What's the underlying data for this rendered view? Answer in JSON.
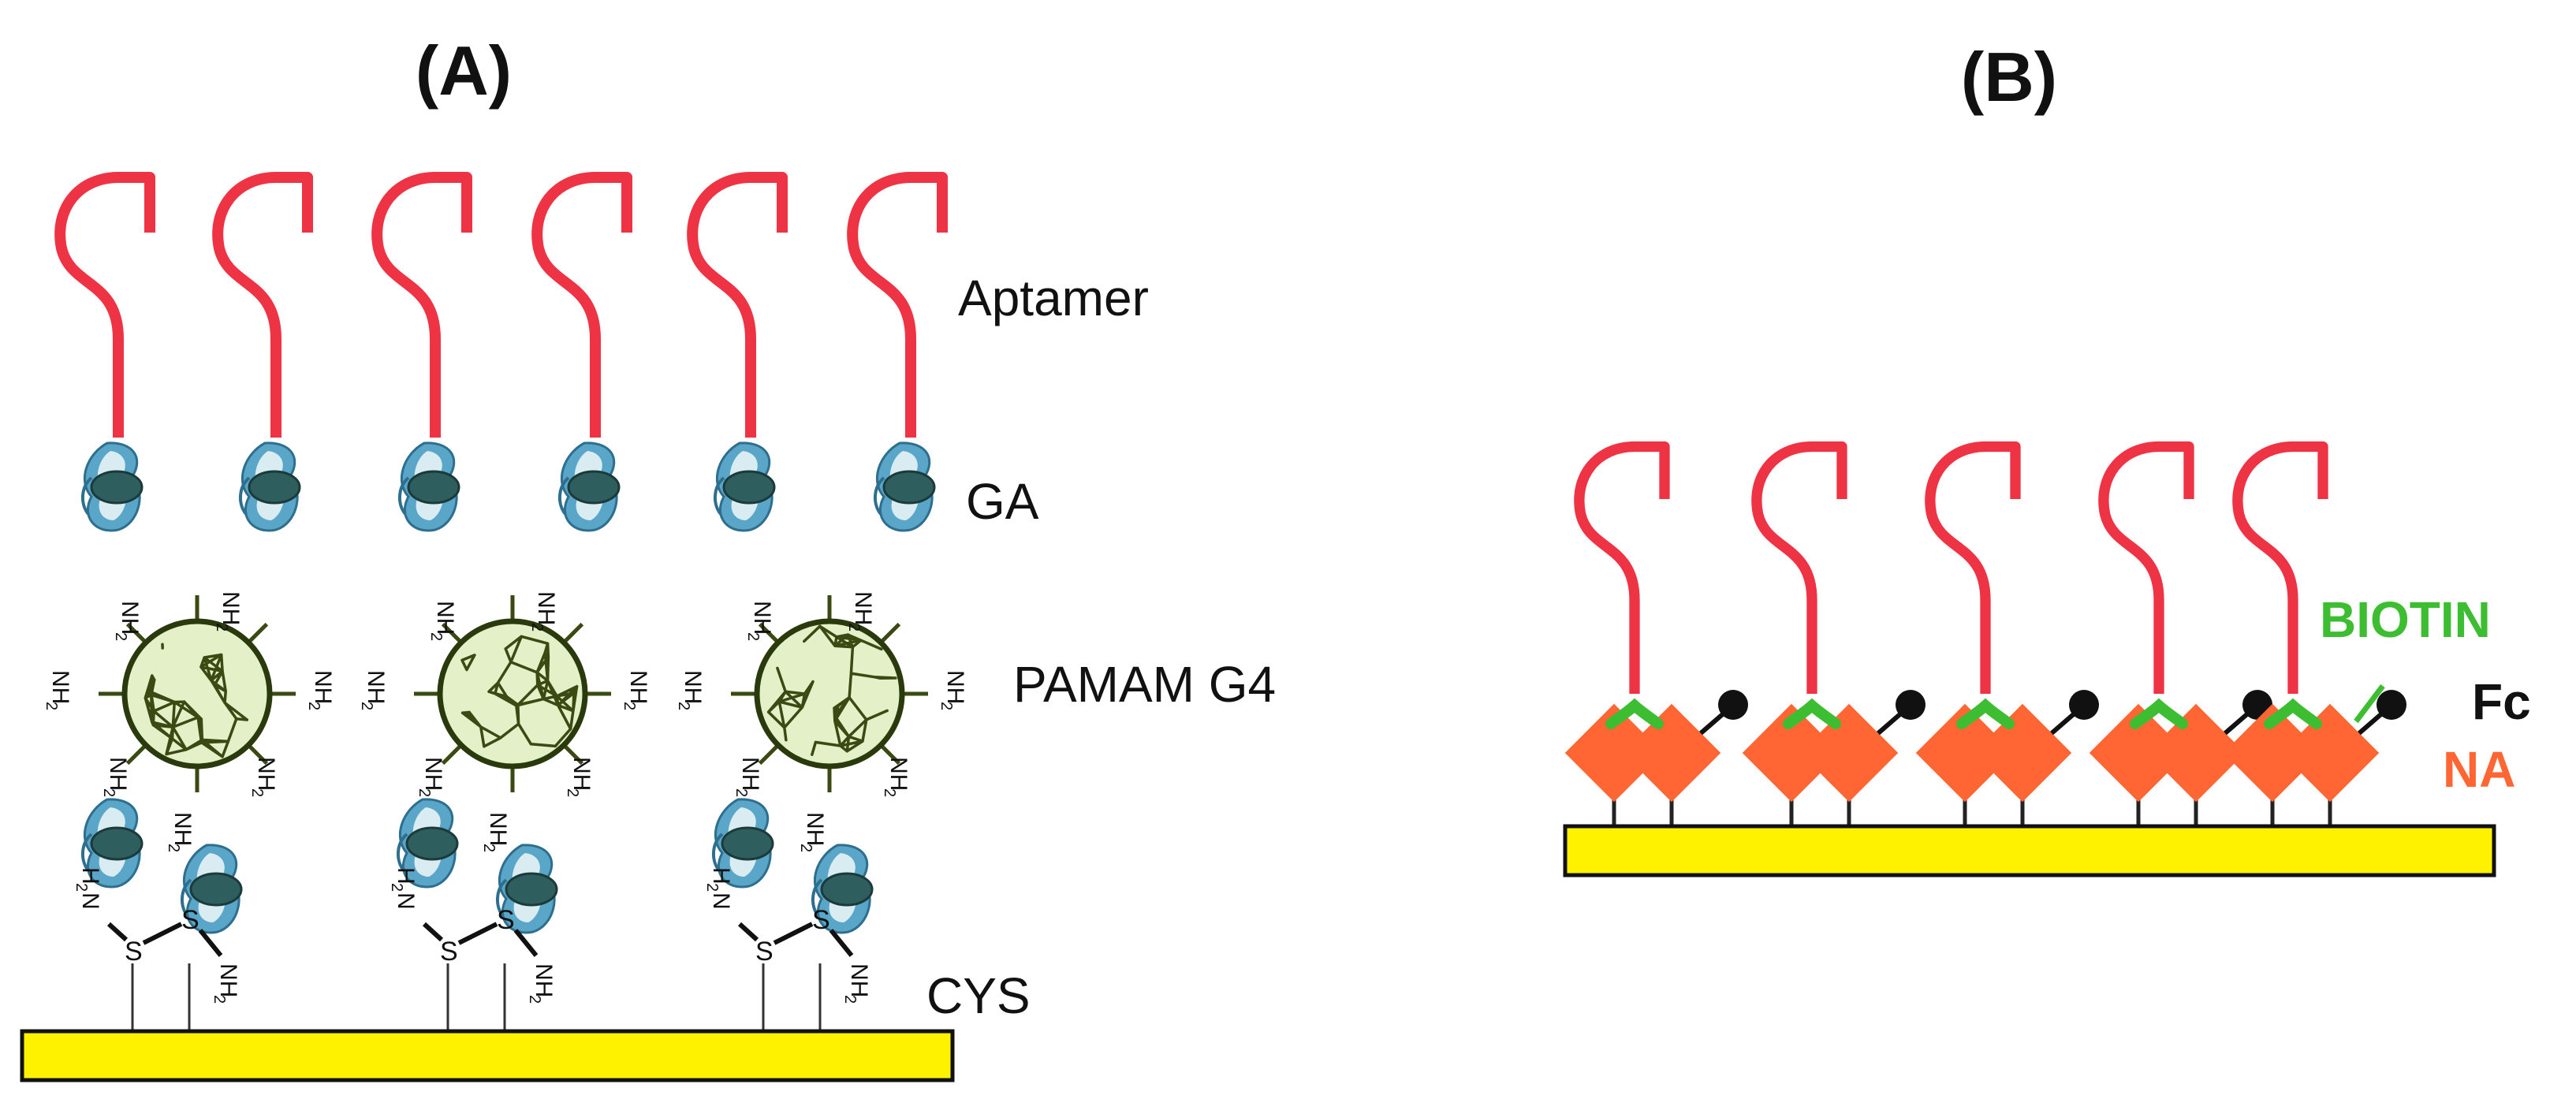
{
  "panels": {
    "a": {
      "title": "(A)"
    },
    "b": {
      "title": "(B)"
    }
  },
  "panel_a_labels": {
    "aptamer": "Aptamer",
    "ga": "GA",
    "pamam": "PAMAM G4",
    "cys": "CYS"
  },
  "panel_b_labels": {
    "biotin": "BIOTIN",
    "fc": "Fc",
    "na": "NA"
  },
  "chem": {
    "nh": "NH",
    "sub": "2",
    "h2n_h": "H",
    "h2n_n": "N",
    "s": "S"
  },
  "colors": {
    "aptamer": "#EE3344",
    "surface": "#FFF200",
    "ga_light": "#5AA6C8",
    "ga_dark": "#2F5E5E",
    "dendrimer_fill": "#E4F0C8",
    "dendrimer_line": "#3A4A12",
    "biotin": "#3DBE32",
    "na": "#FF6633",
    "fc": "#111111"
  }
}
